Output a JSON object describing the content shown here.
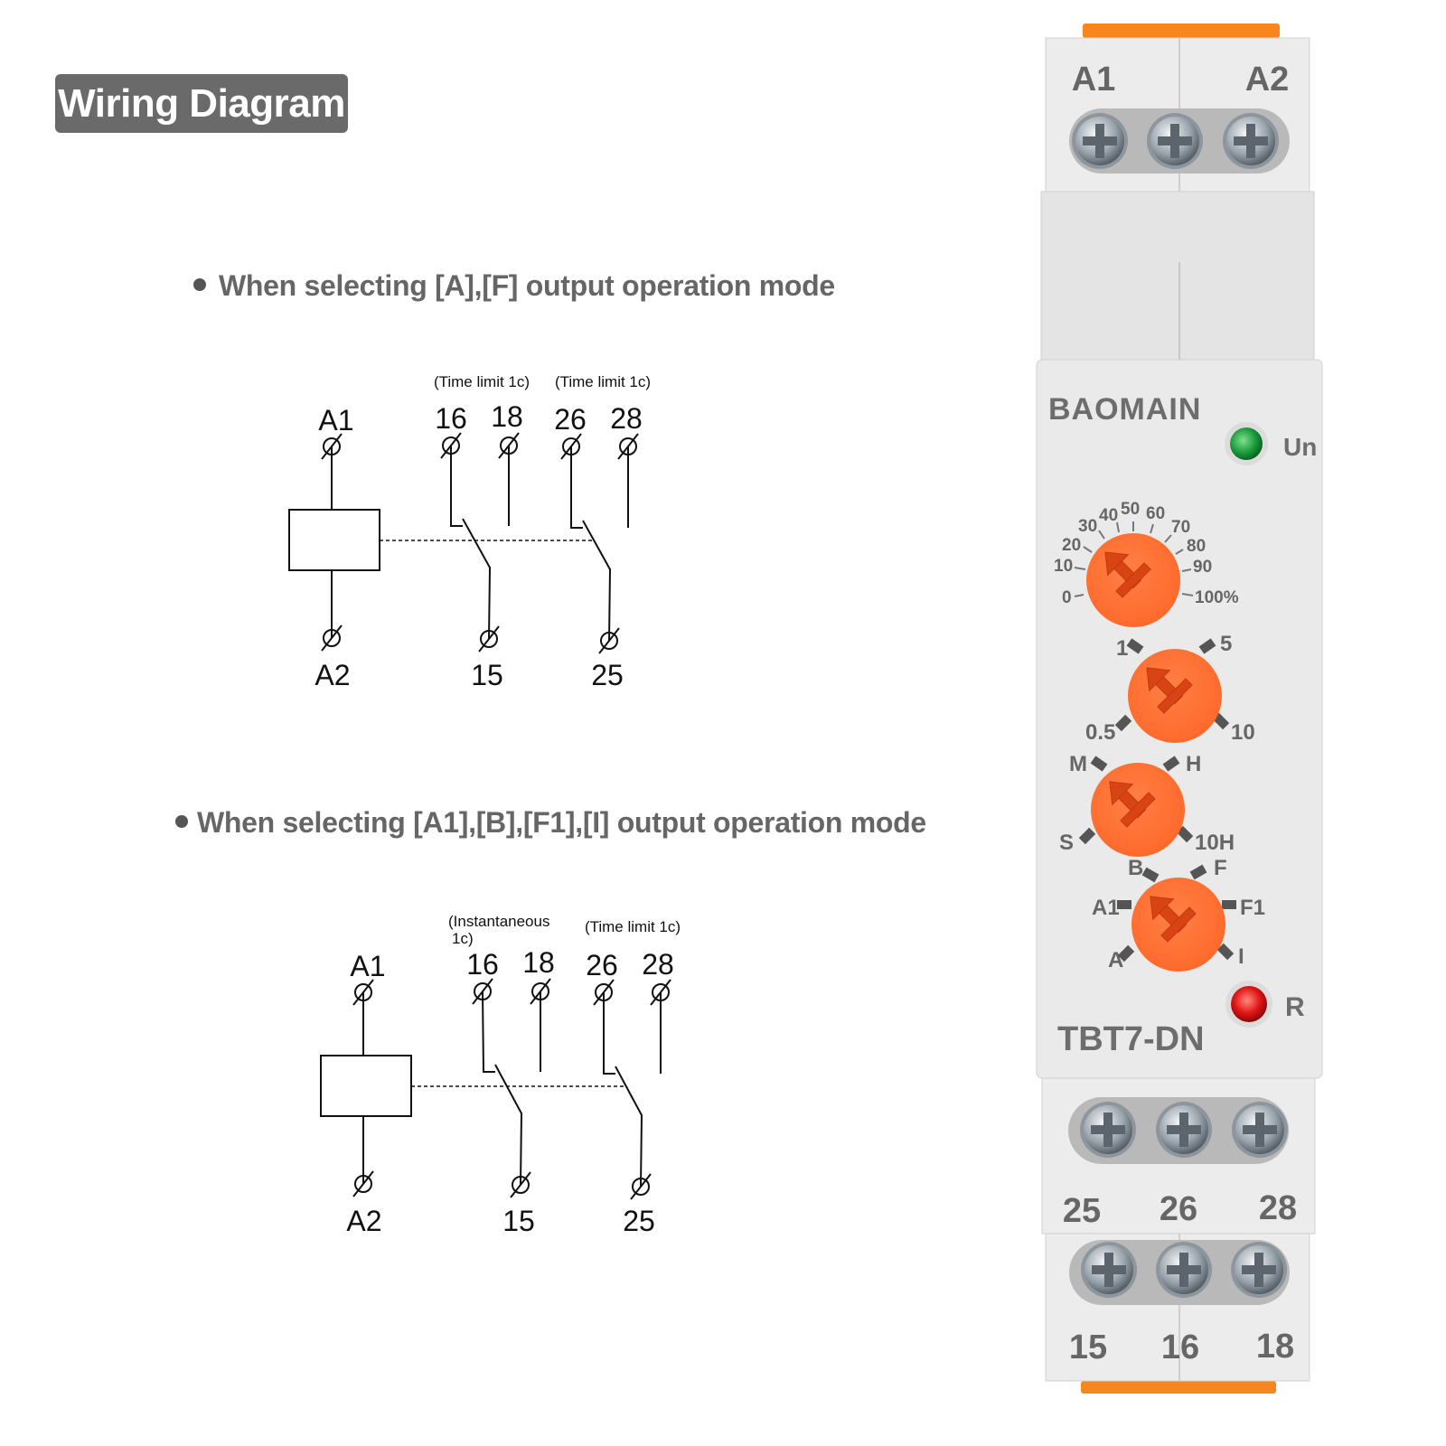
{
  "header": {
    "title": "Wiring Diagram"
  },
  "mode_1": {
    "heading": "When selecting [A],[F] output operation mode",
    "coil_top": "A1",
    "coil_bottom": "A2",
    "contact1_label": "(Time limit 1c)",
    "contact2_label": "(Time limit 1c)",
    "terminals_top": [
      "16",
      "18",
      "26",
      "28"
    ],
    "terminals_bottom": [
      "15",
      "25"
    ]
  },
  "mode_2": {
    "heading": "When selecting [A1],[B],[F1],[I] output operation mode",
    "coil_top": "A1",
    "coil_bottom": "A2",
    "contact1_label_line1": "(Instantaneous",
    "contact1_label_line2": "1c)",
    "contact2_label": "(Time limit 1c)",
    "terminals_top": [
      "16",
      "18",
      "26",
      "28"
    ],
    "terminals_bottom": [
      "15",
      "25"
    ]
  },
  "device": {
    "brand": "BAOMAIN",
    "model": "TBT7-DN",
    "top_terminals": [
      "A1",
      "A2"
    ],
    "middle_terminals": [
      "25",
      "26",
      "28"
    ],
    "bottom_terminals": [
      "15",
      "16",
      "18"
    ],
    "led_power_label": "Un",
    "led_relay_label": "R",
    "led_power_color": "#1a9a3a",
    "led_relay_color": "#d81010",
    "body_color": "#e9e9e9",
    "knob_color": "#ff6a2b",
    "percent_dial": [
      "0",
      "10",
      "20",
      "30",
      "40",
      "50",
      "60",
      "70",
      "80",
      "90",
      "100%"
    ],
    "range_dial": [
      "0.5",
      "1",
      "5",
      "10"
    ],
    "unit_dial": [
      "S",
      "M",
      "H",
      "10H"
    ],
    "mode_dial": [
      "A",
      "A1",
      "B",
      "F",
      "F1",
      "I"
    ]
  }
}
